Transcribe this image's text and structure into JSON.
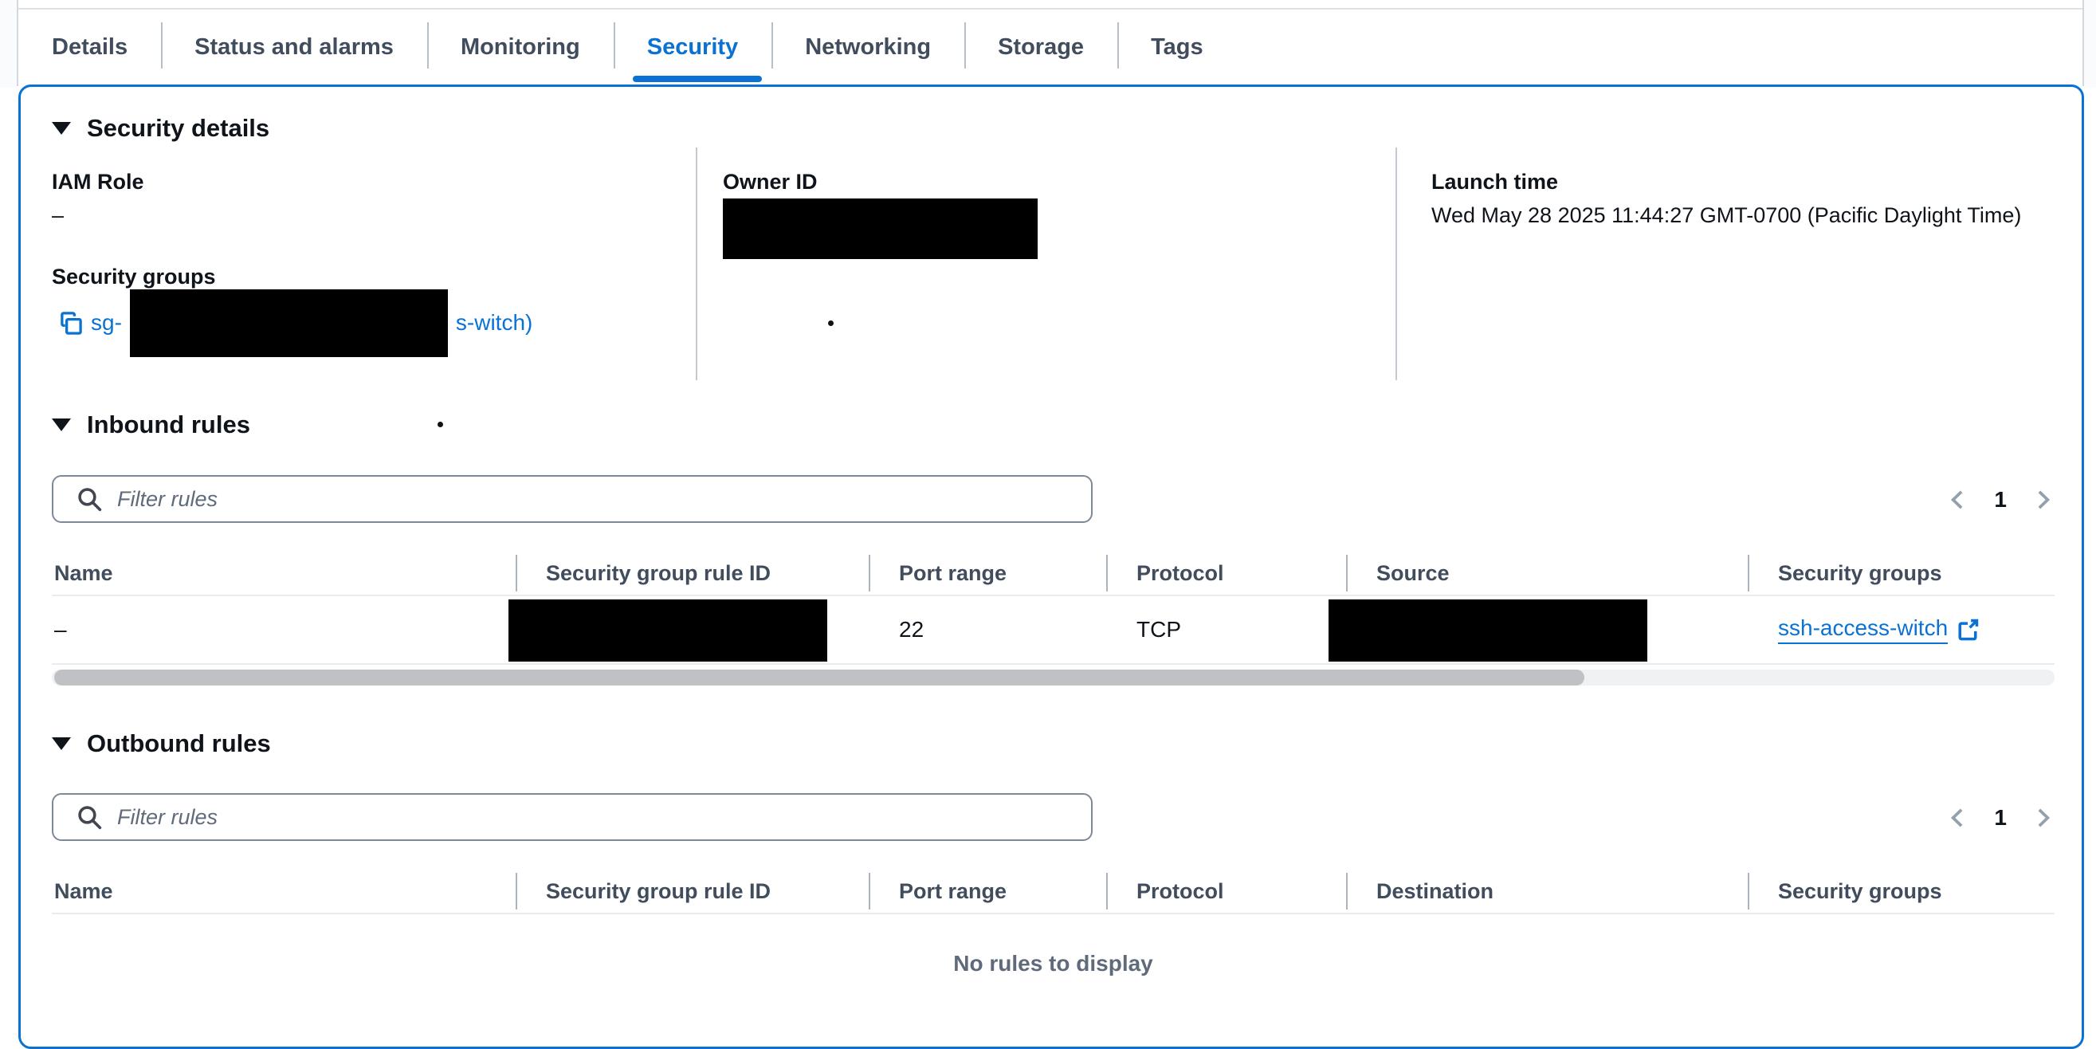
{
  "tabs": [
    {
      "label": "Details",
      "active": false
    },
    {
      "label": "Status and alarms",
      "active": false
    },
    {
      "label": "Monitoring",
      "active": false
    },
    {
      "label": "Security",
      "active": true
    },
    {
      "label": "Networking",
      "active": false
    },
    {
      "label": "Storage",
      "active": false
    },
    {
      "label": "Tags",
      "active": false
    }
  ],
  "security_details": {
    "title": "Security details",
    "iam_role_label": "IAM Role",
    "iam_role_value": "–",
    "security_groups_label": "Security groups",
    "security_group_link_prefix": "sg-",
    "security_group_link_redacted": true,
    "security_group_link_suffix": "s-witch)",
    "owner_id_label": "Owner ID",
    "owner_id_value_redacted": true,
    "launch_time_label": "Launch time",
    "launch_time_value": "Wed May 28 2025 11:44:27 GMT-0700 (Pacific Daylight Time)"
  },
  "inbound_rules": {
    "title": "Inbound rules",
    "filter_placeholder": "Filter rules",
    "page_number": "1",
    "columns": [
      "Name",
      "Security group rule ID",
      "Port range",
      "Protocol",
      "Source",
      "Security groups"
    ],
    "row": {
      "name": "–",
      "rule_id_redacted": true,
      "port_range": "22",
      "protocol": "TCP",
      "source_redacted": true,
      "security_group_link": "ssh-access-witch"
    }
  },
  "outbound_rules": {
    "title": "Outbound rules",
    "filter_placeholder": "Filter rules",
    "page_number": "1",
    "columns": [
      "Name",
      "Security group rule ID",
      "Port range",
      "Protocol",
      "Destination",
      "Security groups"
    ],
    "empty_message": "No rules to display"
  },
  "colors": {
    "accent": "#0972d3",
    "link": "#0972d3",
    "redaction": "#000000"
  }
}
